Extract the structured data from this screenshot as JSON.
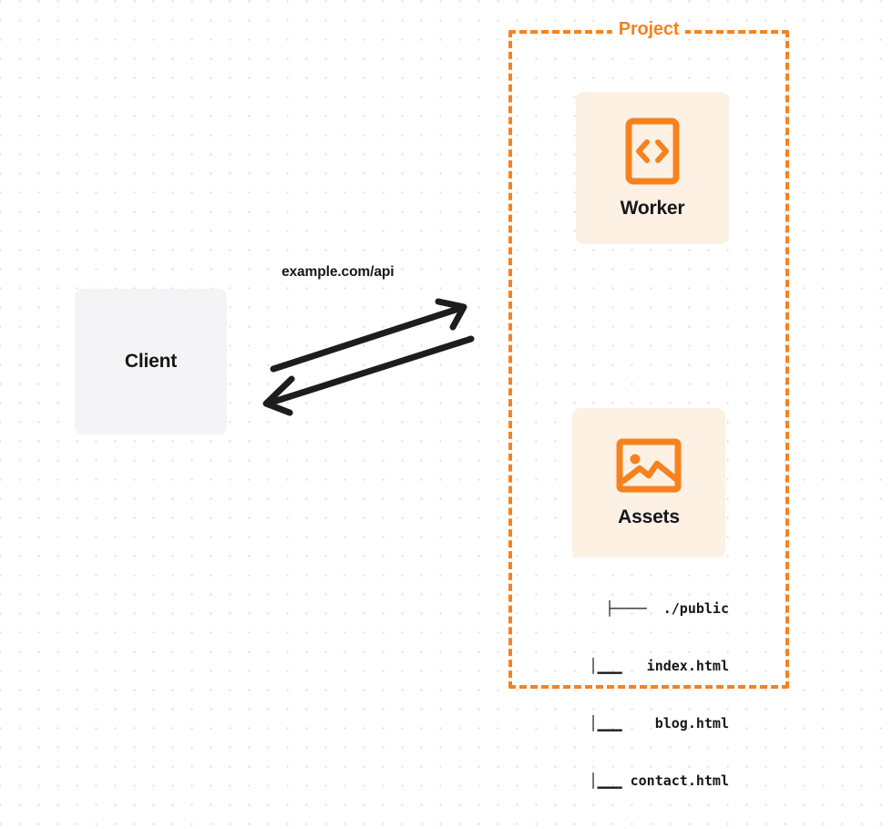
{
  "diagram": {
    "title": "Worker and Assets project architecture",
    "colors": {
      "accent": "#F6821F",
      "card_bg": "#FDF1E4",
      "client_bg": "#F4F4F6",
      "text": "#16161A",
      "grid_dot": "#E9E9EC"
    },
    "client": {
      "label": "Client"
    },
    "edge": {
      "label": "example.com/api",
      "direction": "bidirectional"
    },
    "project": {
      "label": "Project",
      "nodes": [
        {
          "id": "worker",
          "label": "Worker",
          "icon": "code-brackets-icon"
        },
        {
          "id": "assets",
          "label": "Assets",
          "icon": "image-icon"
        }
      ],
      "file_tree": [
        {
          "branch": "├─────",
          "name": "./public"
        },
        {
          "branch": "│▁▁▁",
          "name": "index.html"
        },
        {
          "branch": "│▁▁▁",
          "name": "blog.html"
        },
        {
          "branch": "│▁▁▁",
          "name": "contact.html"
        }
      ],
      "file_tree_lines": [
        "├────  ./public",
        "│▁▁▁   index.html",
        "│▁▁▁    blog.html",
        "│▁▁▁ contact.html"
      ]
    }
  }
}
